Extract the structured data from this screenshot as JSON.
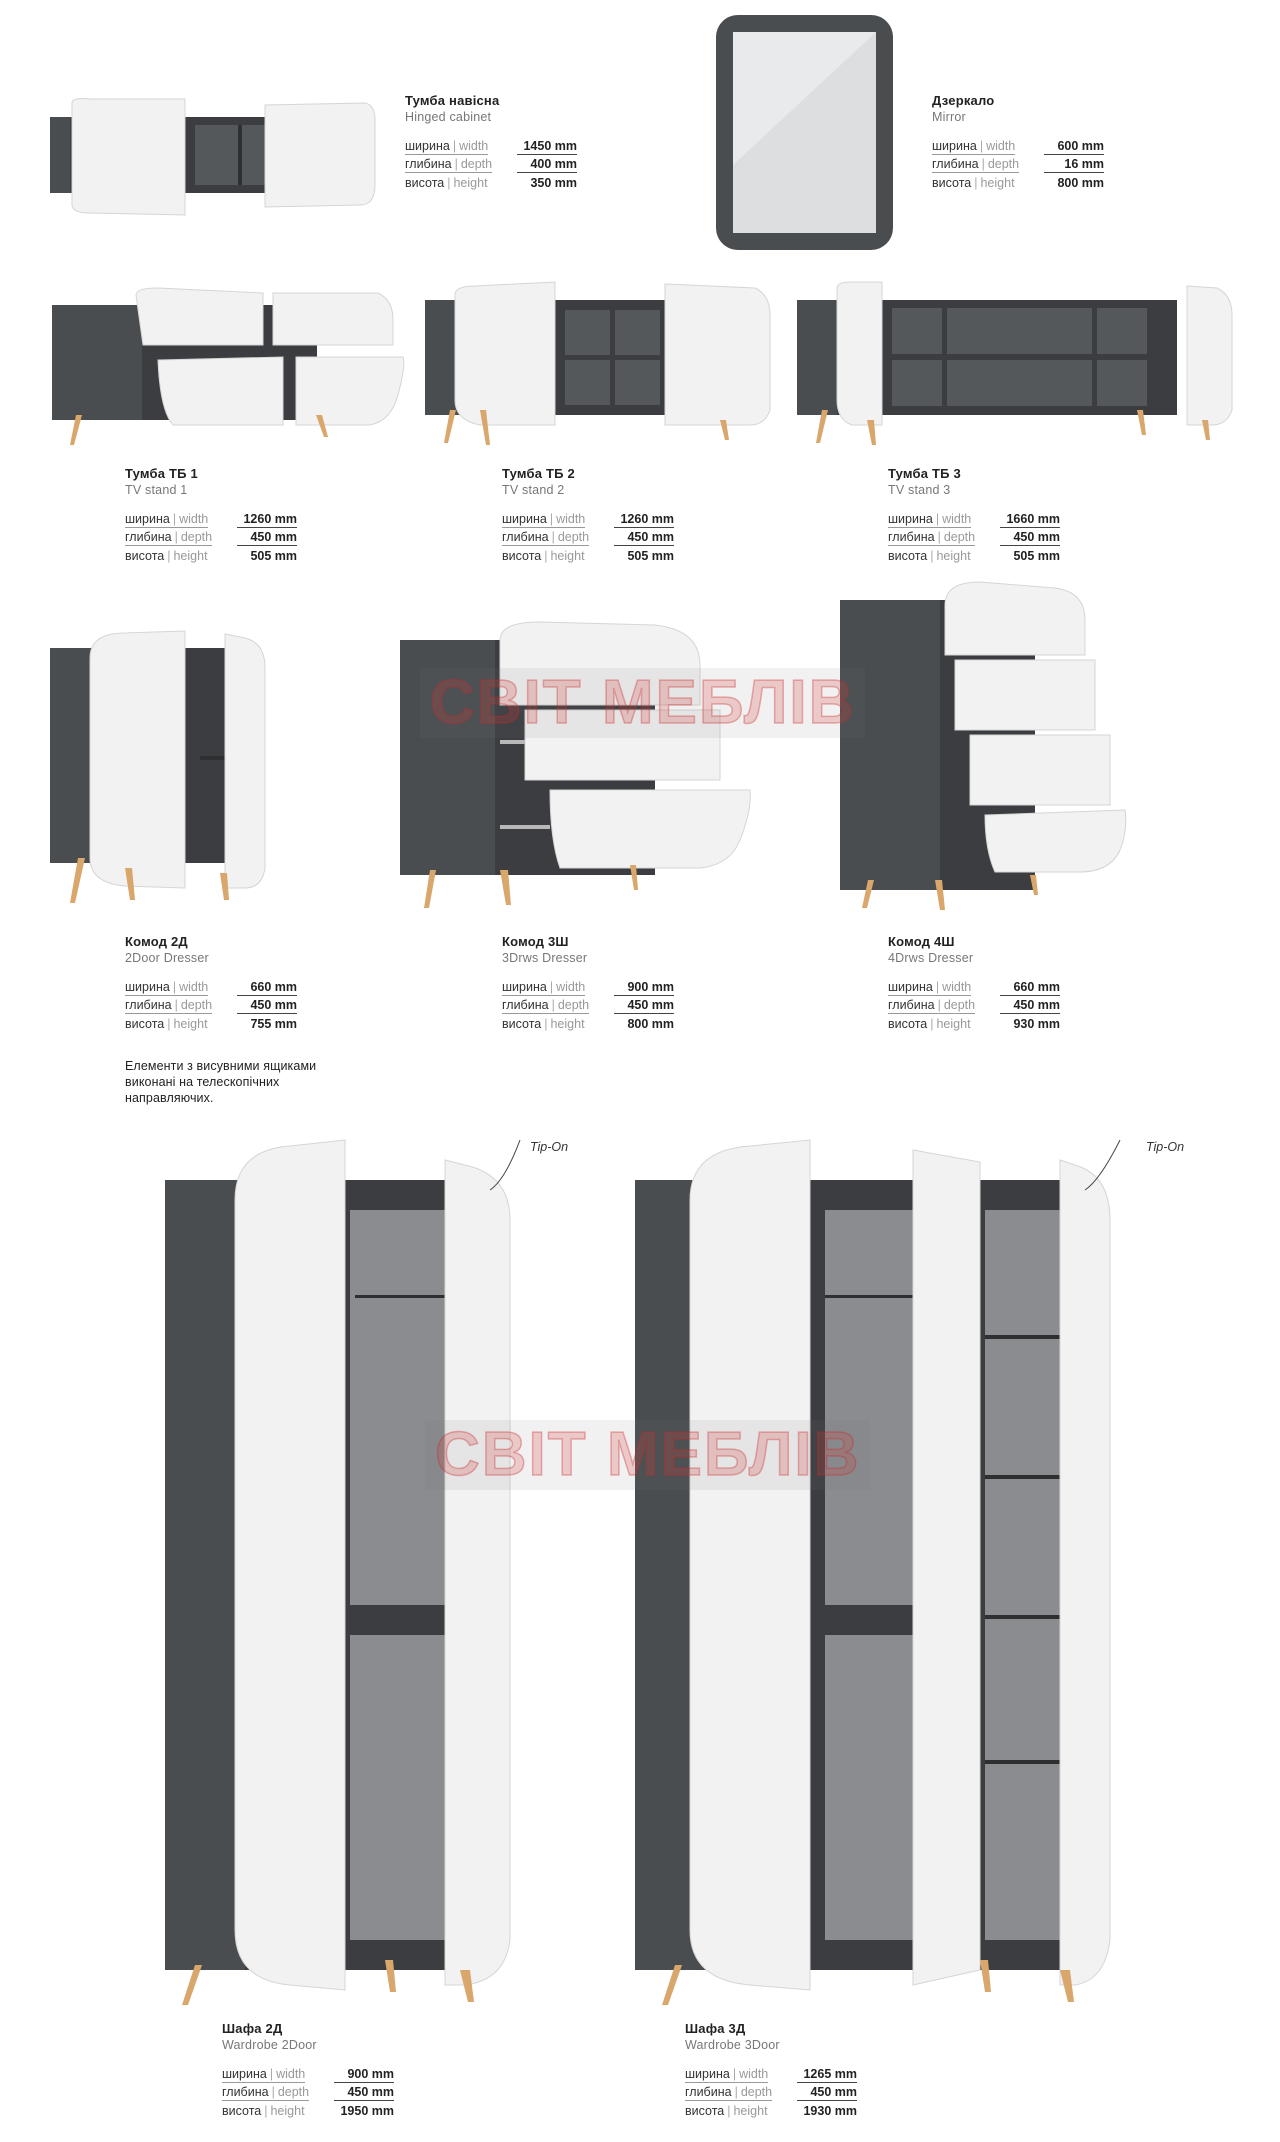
{
  "labels": {
    "width_ua": "ширина",
    "width_en": "width",
    "depth_ua": "глибина",
    "depth_en": "depth",
    "height_ua": "висота",
    "height_en": "height",
    "sep": "|"
  },
  "products": {
    "hinged": {
      "title": "Тумба навісна",
      "subtitle": "Hinged cabinet",
      "width": "1450 mm",
      "depth": "400 mm",
      "height": "350 mm"
    },
    "mirror": {
      "title": "Дзеркало",
      "subtitle": "Mirror",
      "width": "600 mm",
      "depth": "16 mm",
      "height": "800 mm"
    },
    "tv1": {
      "title": "Тумба ТБ 1",
      "subtitle": "TV stand  1",
      "width": "1260 mm",
      "depth": "450 mm",
      "height": "505 mm"
    },
    "tv2": {
      "title": "Тумба ТБ 2",
      "subtitle": "TV stand  2",
      "width": "1260 mm",
      "depth": "450 mm",
      "height": "505 mm"
    },
    "tv3": {
      "title": "Тумба ТБ 3",
      "subtitle": "TV stand  3",
      "width": "1660 mm",
      "depth": "450 mm",
      "height": "505 mm"
    },
    "k2d": {
      "title": "Комод 2Д",
      "subtitle": "2Door Dresser",
      "width": "660 mm",
      "depth": "450 mm",
      "height": "755 mm"
    },
    "k3sh": {
      "title": "Комод 3Ш",
      "subtitle": "3Drws Dresser",
      "width": "900 mm",
      "depth": "450 mm",
      "height": "800 mm"
    },
    "k4sh": {
      "title": "Комод 4Ш",
      "subtitle": "4Drws Dresser",
      "width": "660 mm",
      "depth": "450 mm",
      "height": "930 mm"
    },
    "w2d": {
      "title": "Шафа 2Д",
      "subtitle": "Wardrobe 2Door",
      "width": "900 mm",
      "depth": "450 mm",
      "height": "1950 mm"
    },
    "w3d": {
      "title": "Шафа 3Д",
      "subtitle": "Wardrobe 3Door",
      "width": "1265 mm",
      "depth": "450 mm",
      "height": "1930 mm"
    }
  },
  "note": "Елементи з висувними ящиками виконані на телескопічних направляючих.",
  "tipon_label": "Tip-On",
  "watermark": "СВІТ МЕБЛІВ",
  "colors": {
    "body": "#4a4d50",
    "interior": "#3b3d40",
    "front": "#f2f2f2",
    "legs": "#d9a66b",
    "back": "#8a8c8f"
  }
}
